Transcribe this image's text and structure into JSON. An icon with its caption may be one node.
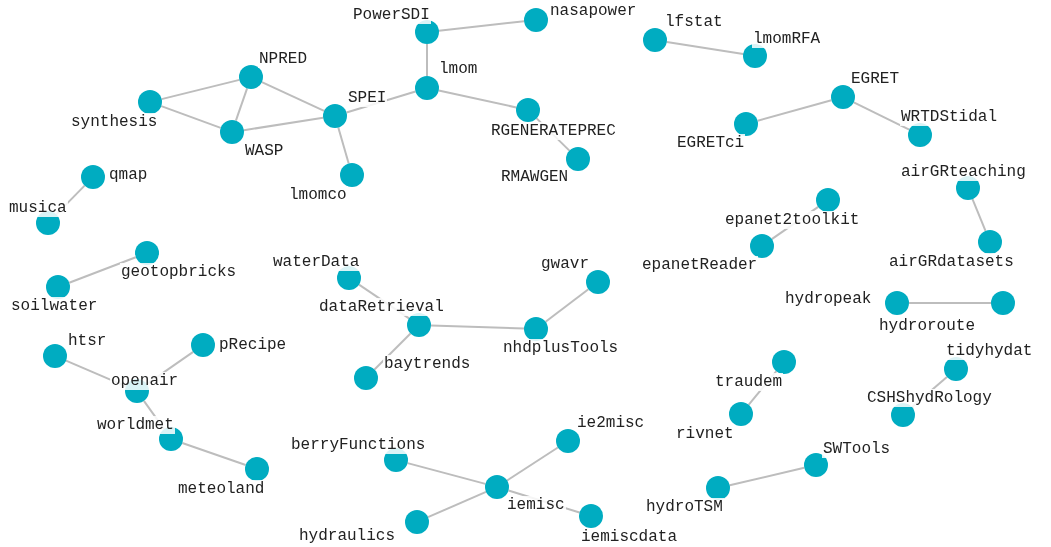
{
  "diagram": {
    "nodes": [
      {
        "text": [
          "PowerSDI"
        ]
      },
      {
        "text": [
          "nasapower"
        ]
      },
      {
        "text": [
          "lmom"
        ]
      },
      {
        "text": [
          "NPRED"
        ]
      },
      {
        "text": [
          "synthesis"
        ]
      },
      {
        "text": [
          "WASP"
        ]
      },
      {
        "text": [
          "SPEI"
        ]
      },
      {
        "text": [
          "lmomco"
        ]
      },
      {
        "text": [
          "RGENERATEPREC"
        ]
      },
      {
        "text": [
          "RMAWGEN"
        ]
      },
      {
        "text": [
          "lfstat"
        ]
      },
      {
        "text": [
          "lmomRFA"
        ]
      },
      {
        "text": [
          "EGRET"
        ]
      },
      {
        "text": [
          "EGRETci"
        ]
      },
      {
        "text": [
          "WRTDStidal"
        ]
      },
      {
        "text": [
          "airGRteaching"
        ]
      },
      {
        "text": [
          "epanet2toolkit"
        ]
      },
      {
        "text": [
          "qmap"
        ]
      },
      {
        "text": [
          "musica"
        ]
      },
      {
        "text": [
          "airGRdatasets"
        ]
      },
      {
        "text": [
          "epanetReader"
        ]
      },
      {
        "text": [
          "waterData"
        ]
      },
      {
        "text": [
          "geotopbricks"
        ]
      },
      {
        "text": [
          "soilwater"
        ]
      },
      {
        "text": [
          "gwavr"
        ]
      },
      {
        "text": [
          "dataRetrieval"
        ]
      },
      {
        "text": [
          "nhdplusTools"
        ]
      },
      {
        "text": [
          "hydropeak"
        ]
      },
      {
        "text": [
          "hydroroute"
        ]
      },
      {
        "text": [
          "htsr"
        ]
      },
      {
        "text": [
          "pRecipe"
        ]
      },
      {
        "text": [
          "openair"
        ]
      },
      {
        "text": [
          "baytrends"
        ]
      },
      {
        "text": [
          "tidyhydat"
        ]
      },
      {
        "text": [
          "traudem"
        ]
      },
      {
        "text": [
          "CSHShydRology"
        ]
      },
      {
        "text": [
          "worldmet"
        ]
      },
      {
        "text": [
          "rivnet"
        ]
      },
      {
        "text": [
          "berryFunctions"
        ]
      },
      {
        "text": [
          "ie2misc"
        ]
      },
      {
        "text": [
          "meteoland"
        ]
      },
      {
        "text": [
          "SWTools"
        ]
      },
      {
        "text": [
          "iemisc"
        ]
      },
      {
        "text": [
          "hydroTSM"
        ]
      },
      {
        "text": [
          "hydraulics"
        ]
      },
      {
        "text": [
          "iemiscdata"
        ]
      }
    ],
    "edges": [
      {
        "from": 0,
        "to": 1,
        "arrow": "none"
      },
      {
        "from": 0,
        "to": 2,
        "arrow": "none"
      },
      {
        "from": 2,
        "to": 6,
        "arrow": "none"
      },
      {
        "from": 2,
        "to": 8,
        "arrow": "none"
      },
      {
        "from": 8,
        "to": 9,
        "arrow": "none"
      },
      {
        "from": 3,
        "to": 4,
        "arrow": "none"
      },
      {
        "from": 3,
        "to": 5,
        "arrow": "none"
      },
      {
        "from": 3,
        "to": 6,
        "arrow": "none"
      },
      {
        "from": 4,
        "to": 5,
        "arrow": "none"
      },
      {
        "from": 5,
        "to": 6,
        "arrow": "none"
      },
      {
        "from": 6,
        "to": 7,
        "arrow": "none"
      },
      {
        "from": 10,
        "to": 11,
        "arrow": "none"
      },
      {
        "from": 12,
        "to": 13,
        "arrow": "none"
      },
      {
        "from": 12,
        "to": 14,
        "arrow": "none"
      },
      {
        "from": 15,
        "to": 19,
        "arrow": "none"
      },
      {
        "from": 16,
        "to": 20,
        "arrow": "none"
      },
      {
        "from": 17,
        "to": 18,
        "arrow": "none"
      },
      {
        "from": 22,
        "to": 23,
        "arrow": "none"
      },
      {
        "from": 21,
        "to": 25,
        "arrow": "none"
      },
      {
        "from": 25,
        "to": 32,
        "arrow": "none"
      },
      {
        "from": 25,
        "to": 26,
        "arrow": "none"
      },
      {
        "from": 26,
        "to": 24,
        "arrow": "none"
      },
      {
        "from": 27,
        "to": 28,
        "arrow": "none"
      },
      {
        "from": 29,
        "to": 31,
        "arrow": "none"
      },
      {
        "from": 30,
        "to": 31,
        "arrow": "none"
      },
      {
        "from": 31,
        "to": 36,
        "arrow": "none"
      },
      {
        "from": 36,
        "to": 40,
        "arrow": "none"
      },
      {
        "from": 33,
        "to": 35,
        "arrow": "none"
      },
      {
        "from": 34,
        "to": 37,
        "arrow": "none"
      },
      {
        "from": 38,
        "to": 42,
        "arrow": "none"
      },
      {
        "from": 39,
        "to": 42,
        "arrow": "none"
      },
      {
        "from": 42,
        "to": 44,
        "arrow": "none"
      },
      {
        "from": 42,
        "to": 45,
        "arrow": "none"
      },
      {
        "from": 43,
        "to": 41,
        "arrow": "none"
      }
    ]
  }
}
